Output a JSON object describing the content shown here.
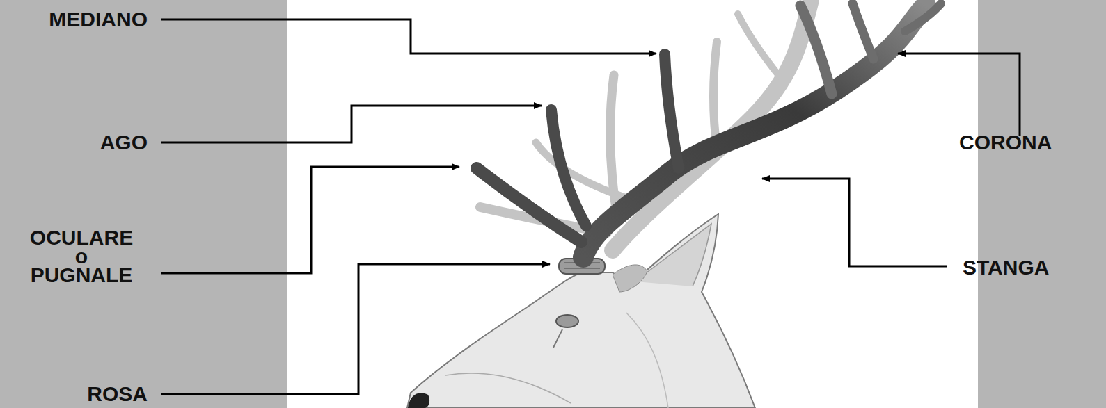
{
  "diagram": {
    "labels": [
      "MEDIANO",
      "AGO",
      "OCULARE o PUGNALE",
      "ROSA",
      "CORONA",
      "STANGA"
    ]
  }
}
